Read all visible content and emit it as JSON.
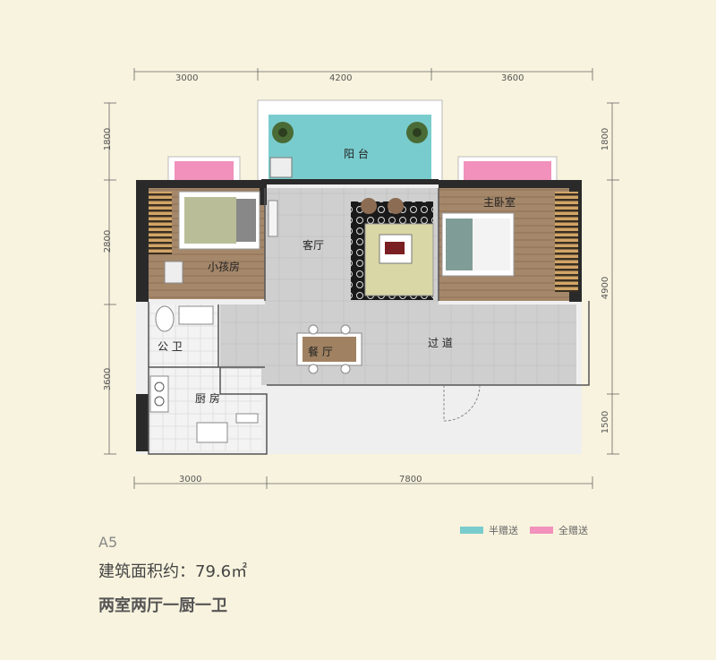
{
  "dimensions": {
    "top": [
      "3000",
      "4200",
      "3600"
    ],
    "bottom": [
      "3000",
      "7800"
    ],
    "left": [
      "1800",
      "2800",
      "3600"
    ],
    "right": [
      "1800",
      "4900",
      "1500"
    ]
  },
  "rooms": {
    "balcony": "阳 台",
    "living": "客厅",
    "master": "主卧室",
    "child": "小孩房",
    "bath": "公 卫",
    "kitchen": "厨 房",
    "dining": "餐 厅",
    "corridor": "过 道"
  },
  "legend": [
    {
      "label": "半赠送",
      "color": "#79cccd"
    },
    {
      "label": "全赠送",
      "color": "#f191bc"
    }
  ],
  "unit": {
    "code": "A5",
    "area_line": "建筑面积约：79.6㎡",
    "layout": "两室两厅一厨一卫"
  },
  "colors": {
    "background": "#f8f3de",
    "wall": "#2a2a2a",
    "floor_tile": "#cdcdcd",
    "wood": "#a08262",
    "balcony": "#79cccd",
    "bay_pink": "#f191bc"
  }
}
